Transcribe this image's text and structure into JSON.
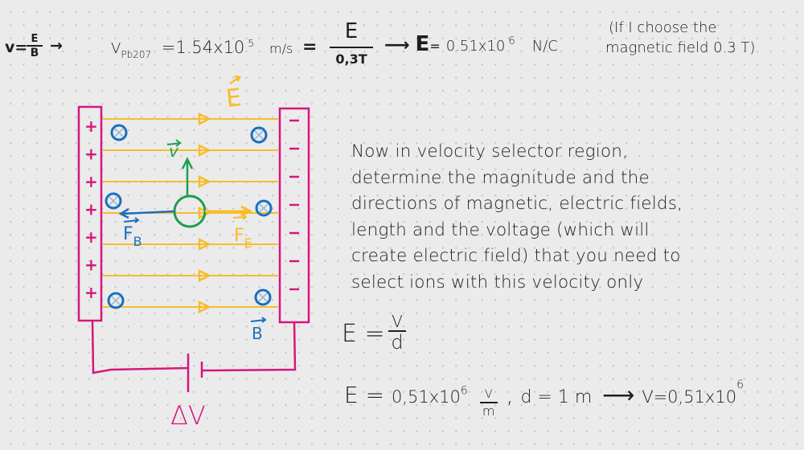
{
  "colors": {
    "ink": "#1e1e1e",
    "plates": "#d6167c",
    "electric": "#f7bd2a",
    "magnetic": "#1a6fc0",
    "velocity": "#1f9e50"
  },
  "top_line": {
    "formula_left": "v = E/B",
    "arrow": "→",
    "velocity_label": "V",
    "velocity_subscript": "Pb207",
    "velocity_value": "=1.54x10",
    "velocity_exponent": "5",
    "velocity_unit": "m/s",
    "equals": "=",
    "fraction_num": "E",
    "fraction_den": "0,3T",
    "result_arrow": "⟶",
    "result_label": "E",
    "result_eq": "=",
    "result_value": "0.51x10",
    "result_exponent": "6",
    "result_unit": "N/C",
    "note_line1": "(If I choose the",
    "note_line2": "magnetic field 0.3 T)"
  },
  "diagram": {
    "left_plate_sign": "+",
    "left_plate_sign_count": 7,
    "right_plate_sign": "−",
    "right_plate_sign_count": 7,
    "field_line_count": 7,
    "e_field_label": "E",
    "velocity_label": "v",
    "magnetic_force_label": "F",
    "magnetic_force_sub": "B",
    "electric_force_label": "F",
    "electric_force_sub": "E",
    "magnetic_field_label": "B",
    "voltage_label": "ΔV",
    "into_page_symbol": "⊗"
  },
  "prompt": {
    "lines": [
      "Now in velocity selector region,",
      "determine the magnitude and the",
      "directions of magnetic, electric fields,",
      "length and the voltage (which will",
      "create electric field) that you need to",
      "select ions with this velocity only"
    ]
  },
  "equations": {
    "eq1_left": "E =",
    "eq1_num": "V",
    "eq1_den": "d",
    "eq2_left": "E =",
    "eq2_value": "0,51x10",
    "eq2_exponent": "6",
    "eq2_unit_num": "V",
    "eq2_unit_den": "m",
    "eq2_sep": ",",
    "eq2_d": "d = 1 m",
    "eq2_arrow": "⟶",
    "eq2_result": "V=0,51x10",
    "eq2_result_exponent": "6"
  }
}
